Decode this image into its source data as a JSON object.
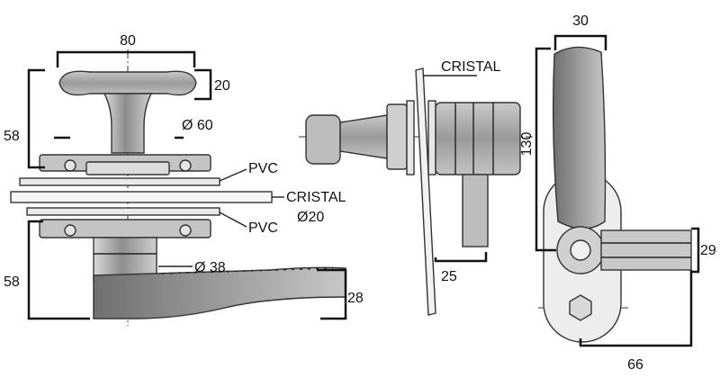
{
  "colors": {
    "ink": "#111111",
    "shade_dark": "#7a7a7a",
    "shade_mid": "#a8a8a8",
    "shade_light": "#d6d6d6",
    "background": "#ffffff"
  },
  "front_view": {
    "dim_top_width": "80",
    "dim_knob_height": "20",
    "dim_upper_height": "58",
    "dim_flange_diameter": "Ø 60",
    "label_pvc_top": "PVC",
    "label_glass": "CRISTAL",
    "label_hole_diameter": "Ø20",
    "label_pvc_bottom": "PVC",
    "dim_lower_height": "58",
    "dim_body_diameter": "Ø 38",
    "dim_lever_height": "28"
  },
  "side_view": {
    "label_glass": "CRISTAL",
    "dim_cam_depth": "25"
  },
  "end_view": {
    "dim_top_width": "30",
    "dim_height": "130",
    "dim_cam_width": "29",
    "dim_bottom_width": "66"
  }
}
